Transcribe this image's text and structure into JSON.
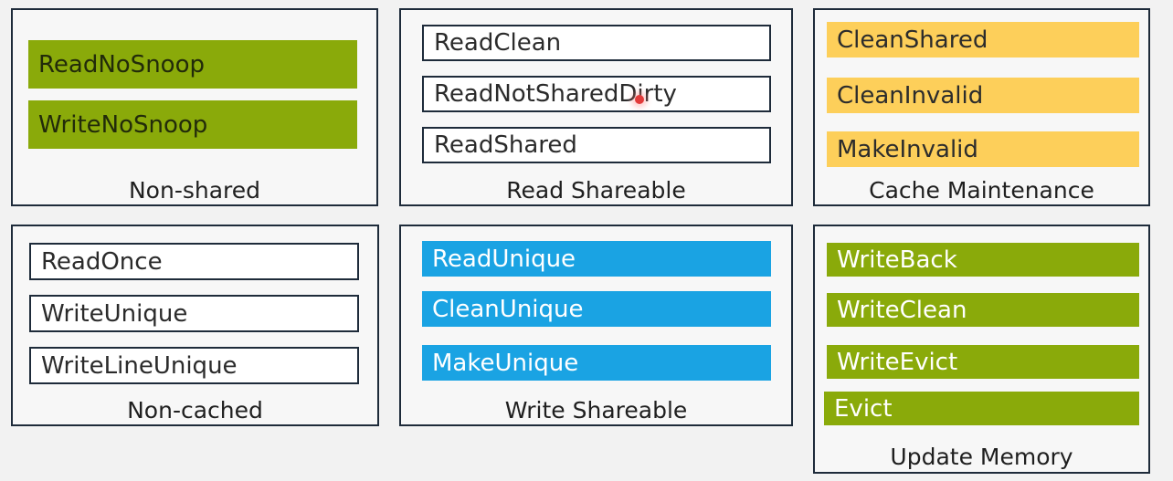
{
  "colors": {
    "green": "#8aaa0a",
    "yellow": "#fdcf5a",
    "blue": "#1aa3e3",
    "outline": "#1e2b3a"
  },
  "panels": {
    "non_shared": {
      "caption": "Non-shared",
      "items": [
        "ReadNoSnoop",
        "WriteNoSnoop"
      ]
    },
    "read_shareable": {
      "caption": "Read Shareable",
      "items": [
        "ReadClean",
        "ReadNotSharedDirty",
        "ReadShared"
      ]
    },
    "cache_maintenance": {
      "caption": "Cache Maintenance",
      "items": [
        "CleanShared",
        "CleanInvalid",
        "MakeInvalid"
      ]
    },
    "non_cached": {
      "caption": "Non-cached",
      "items": [
        "ReadOnce",
        "WriteUnique",
        "WriteLineUnique"
      ]
    },
    "write_shareable": {
      "caption": "Write Shareable",
      "items": [
        "ReadUnique",
        "CleanUnique",
        "MakeUnique"
      ]
    },
    "update_memory": {
      "caption": "Update Memory",
      "items": [
        "WriteBack",
        "WriteClean",
        "WriteEvict",
        "Evict"
      ]
    }
  }
}
